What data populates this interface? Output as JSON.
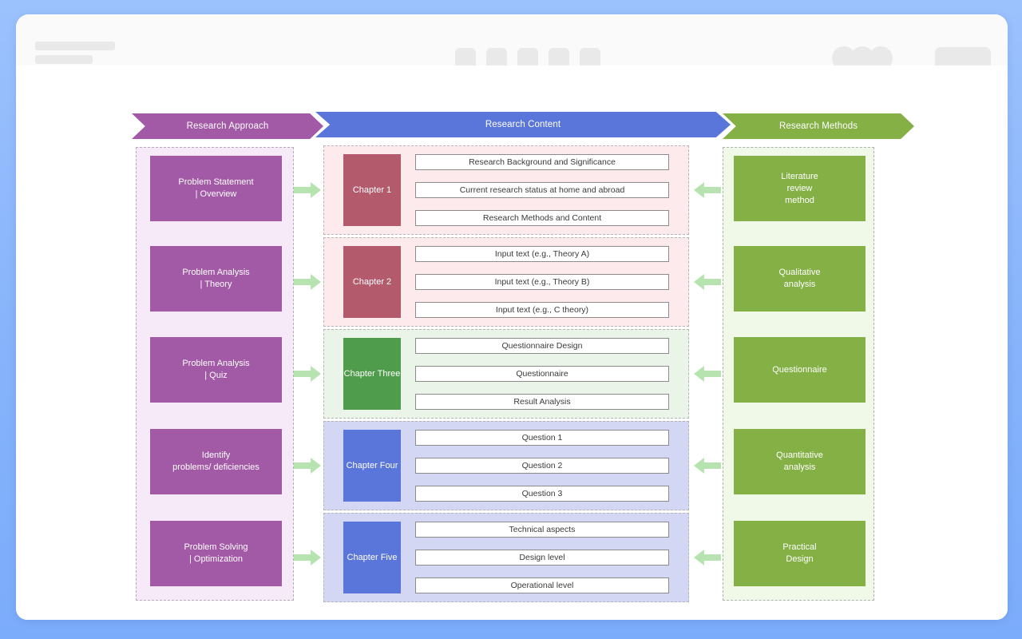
{
  "browser": {
    "toolbar_squares": [
      "square-1",
      "square-2",
      "square-3",
      "square-4",
      "square-5"
    ],
    "toolbar_circles": [
      "circle-1",
      "circle-2",
      "circle-3"
    ]
  },
  "diagram": {
    "banners": [
      {
        "id": "research-approach",
        "label": "Research Approach",
        "color": "#a259a6"
      },
      {
        "id": "research-content",
        "label": "Research Content",
        "color": "#5a76da"
      },
      {
        "id": "research-methods",
        "label": "Research Methods",
        "color": "#84b046"
      }
    ],
    "approach_column": {
      "background": "#f7eaf8",
      "card_color": "#a259a6",
      "cards": [
        {
          "label": "Problem Statement\n| Overview"
        },
        {
          "label": "Problem Analysis\n| Theory"
        },
        {
          "label": "Problem Analysis\n| Quiz"
        },
        {
          "label": "Identify\nproblems/ deficiencies"
        },
        {
          "label": "Problem Solving\n| Optimization"
        }
      ]
    },
    "methods_column": {
      "background": "#f0f8e8",
      "card_color": "#84b046",
      "cards": [
        {
          "label": "Literature\nreview\nmethod"
        },
        {
          "label": "Qualitative\nanalysis"
        },
        {
          "label": "Questionnaire"
        },
        {
          "label": "Quantitative\nanalysis"
        },
        {
          "label": "Practical\nDesign"
        }
      ]
    },
    "chapters": [
      {
        "tag": "Chapter 1",
        "tag_color": "#b35a6d",
        "tone": "tone-pink",
        "items": [
          "Research Background and Significance",
          "Current research status at home and abroad",
          "Research Methods and Content"
        ]
      },
      {
        "tag": "Chapter 2",
        "tag_color": "#b35a6d",
        "tone": "tone-pink",
        "items": [
          "Input text (e.g., Theory A)",
          "Input text (e.g., Theory B)",
          "Input text (e.g., C theory)"
        ]
      },
      {
        "tag": "Chapter Three",
        "tag_color": "#4f9c4c",
        "tone": "tone-green",
        "items": [
          "Questionnaire Design",
          "Questionnaire",
          "Result Analysis"
        ]
      },
      {
        "tag": "Chapter Four",
        "tag_color": "#5a76da",
        "tone": "tone-blue",
        "items": [
          "Question 1",
          "Question 2",
          "Question 3"
        ]
      },
      {
        "tag": "Chapter Five",
        "tag_color": "#5a76da",
        "tone": "tone-blue",
        "items": [
          "Technical aspects",
          "Design level",
          "Operational level"
        ]
      }
    ],
    "arrow_color": "#b6e3b0"
  }
}
